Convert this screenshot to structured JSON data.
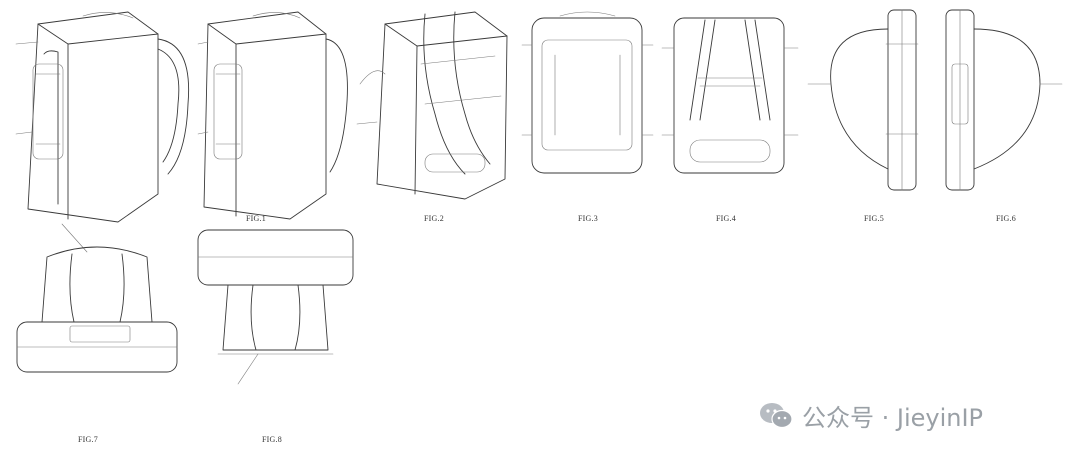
{
  "figures": {
    "fig1": "FIG.1",
    "fig2": "FIG.2",
    "fig3": "FIG.3",
    "fig4": "FIG.4",
    "fig5": "FIG.5",
    "fig6": "FIG.6",
    "fig7": "FIG.7",
    "fig8": "FIG.8"
  },
  "watermark": {
    "text": "公众号 · JieyinIP",
    "icon": "wechat-icon"
  }
}
